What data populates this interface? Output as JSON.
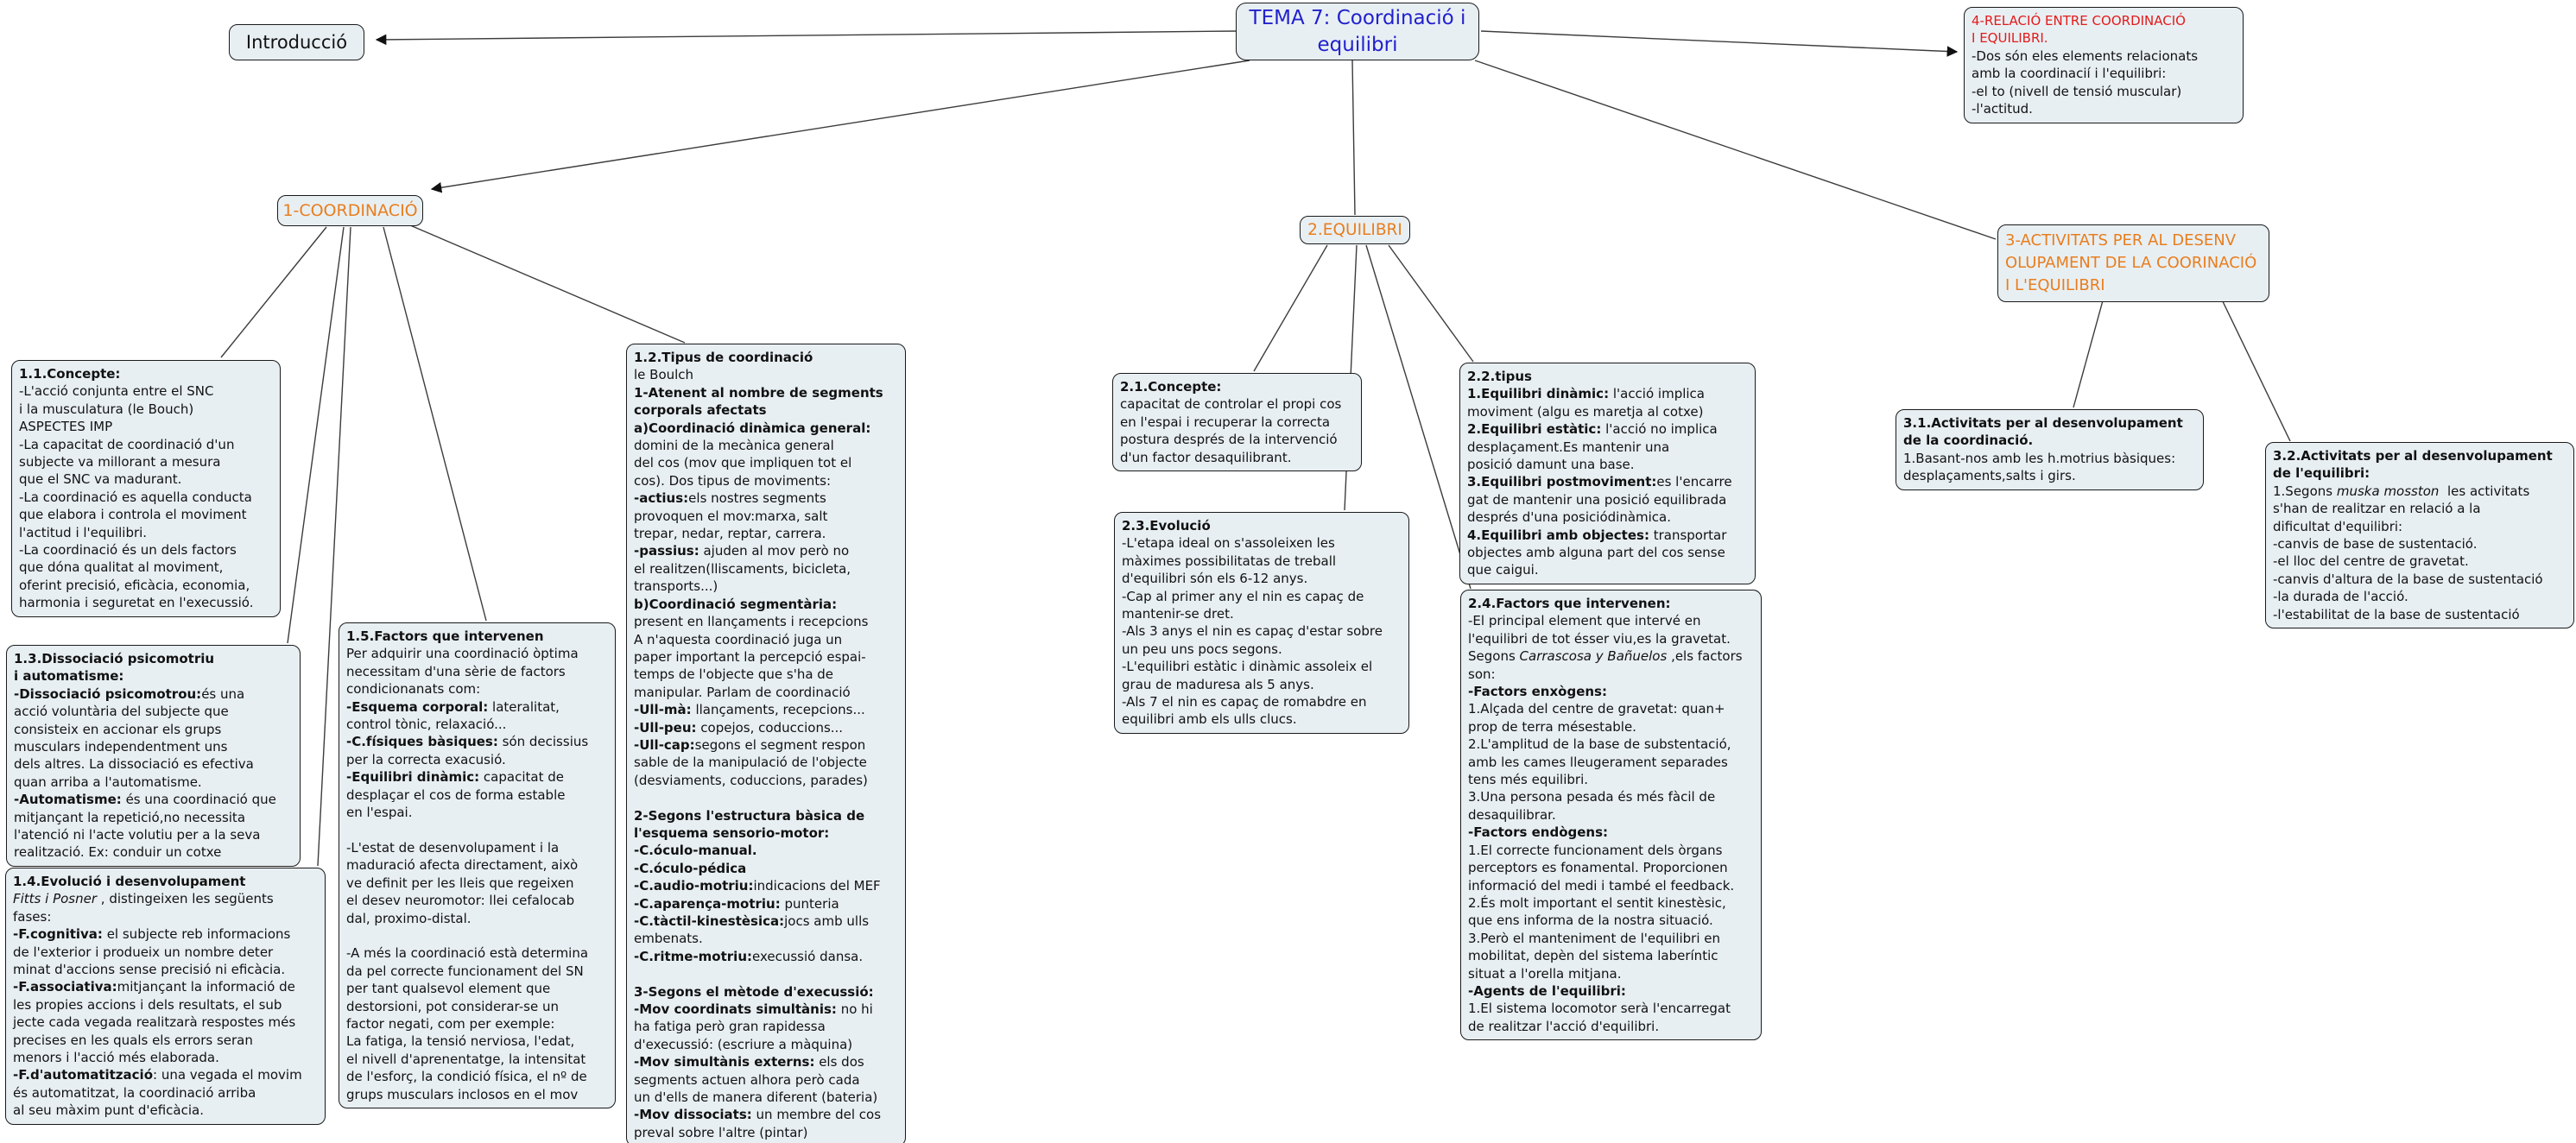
{
  "colors": {
    "node_fill": "#e8eff3",
    "node_border": "#1a1a1a",
    "connector": "#3c3c3c",
    "title_blue": "#2121cd",
    "section_orange": "#e87e1e",
    "heading_red": "#e21b1b",
    "body_text": "#111111"
  },
  "nodes": {
    "tema7": {
      "label": "TEMA 7: Coordinació i\nequilibri"
    },
    "introduccio": {
      "label": "Introducció"
    },
    "relacio4": {
      "runs": [
        {
          "t": "4-RELACIÓ ENTRE COORDINACIÓ\nI EQUILIBRI.\n",
          "color": "heading_red"
        },
        {
          "t": "-Dos són eles elements relacionats\namb la coordinacií i l'equilibri:\n-el to (nivell de tensió muscular)\n-l'actitud."
        }
      ]
    },
    "coordinacio1": {
      "label": "1-COORDINACIÓ"
    },
    "equilibri2": {
      "label": "2.EQUILIBRI"
    },
    "activitats3": {
      "label": "3-ACTIVITATS PER AL DESENV\nOLUPAMENT DE LA COORINACIÓ\nI L'EQUILIBRI"
    },
    "n11": {
      "runs": [
        {
          "t": "1.1.Concepte:",
          "b": true
        },
        {
          "t": "\n-L'acció conjunta entre el SNC\ni la musculatura (le Bouch)\nASPECTES IMP\n-La capacitat de coordinació d'un\nsubjecte va millorant a mesura\nque el SNC va madurant.\n-La coordinació es aquella conducta\nque elabora i controla el moviment\nl'actitud i l'equilibri.\n-La coordinació és un dels factors\nque dóna qualitat al moviment,\noferint precisió, eficàcia, economia,\nharmonia i seguretat en l'execussió."
        }
      ]
    },
    "n13": {
      "runs": [
        {
          "t": "1.3.Dissociació psicomotriu\ni automatisme:\n",
          "b": true
        },
        {
          "t": "-Dissociació psicomotrou:",
          "b": true
        },
        {
          "t": "és una\nacció voluntària del subjecte que\nconsisteix en accionar els grups\nmusculars independentment uns\ndels altres. La dissociació es efectiva\nquan arriba a l'automatisme.\n"
        },
        {
          "t": "-Automatisme:",
          "b": true
        },
        {
          "t": " és una coordinació que\nmitjançant la repetició,no necessita\nl'atenció ni l'acte volutiu per a la seva\nrealització. Ex: conduir un cotxe"
        }
      ]
    },
    "n14": {
      "runs": [
        {
          "t": "1.4.Evolució i desenvolupament\n",
          "b": true
        },
        {
          "t": "Fitts i Posner ",
          "i": true
        },
        {
          "t": ", distingeixen les següents\nfases:\n"
        },
        {
          "t": "-F.cognitiva:",
          "b": true
        },
        {
          "t": " el subjecte reb informacions\nde l'exterior i produeix un nombre deter\nminat d'accions sense precisió ni eficàcia.\n"
        },
        {
          "t": "-F.associativa:",
          "b": true
        },
        {
          "t": "mitjançant la informació de\nles propies accions i dels resultats, el sub\njecte cada vegada realitzarà respostes més\nprecises en les quals els errors seran\nmenors i l'acció més elaborada.\n"
        },
        {
          "t": "-F.d'automatització",
          "b": true
        },
        {
          "t": ": una vegada el movim\nés automatitzat, la coordinació arriba\nal seu màxim punt d'eficàcia."
        }
      ]
    },
    "n15": {
      "runs": [
        {
          "t": "1.5.Factors que intervenen\n",
          "b": true
        },
        {
          "t": "Per adquirir una coordinació òptima\nnecessitam d'una sèrie de factors\ncondicionanats com:\n"
        },
        {
          "t": "-Esquema corporal:",
          "b": true
        },
        {
          "t": " lateralitat,\ncontrol tònic, relaxació...\n"
        },
        {
          "t": "-C.físiques bàsiques:",
          "b": true
        },
        {
          "t": " són decissius\nper la correcta exacusió.\n"
        },
        {
          "t": "-Equilibri dinàmic:",
          "b": true
        },
        {
          "t": " capacitat de\ndesplaçar el cos de forma estable\nen l'espai.\n\n-L'estat de desenvolupament i la\nmaduració afecta directament, això\nve definit per les lleis que regeixen\nel desev neuromotor: llei cefalocab\ndal, proximo-distal.\n\n-A més la coordinació està determina\nda pel correcte funcionament del SN\nper tant qualsevol element que\ndestorsioni, pot considerar-se un\nfactor negati, com per exemple:\nLa fatiga, la tensió nerviosa, l'edat,\nel nivell d'aprenentatge, la intensitat\nde l'esforç, la condició física, el nº de\ngrups musculars inclosos en el mov"
        }
      ]
    },
    "n12": {
      "runs": [
        {
          "t": "1.2.Tipus de coordinació\n",
          "b": true
        },
        {
          "t": "le Boulch\n"
        },
        {
          "t": "1-Atenent al nombre de segments\ncorporals afectats\na)Coordinació dinàmica general:",
          "b": true
        },
        {
          "t": "\ndomini de la mecànica general\ndel cos (mov que impliquen tot el\ncos). Dos tipus de moviments:\n"
        },
        {
          "t": "-actius:",
          "b": true
        },
        {
          "t": "els nostres segments\nprovoquen el mov:marxa, salt\ntrepar, nedar, reptar, carrera.\n"
        },
        {
          "t": "-passius:",
          "b": true
        },
        {
          "t": " ajuden al mov però no\nel realitzen(lliscaments, bicicleta,\ntransports...)\n"
        },
        {
          "t": "b)Coordinació segmentària:",
          "b": true
        },
        {
          "t": "\npresent en llançaments i recepcions\nA n'aquesta coordinació juga un\npaper important la percepció espai-\ntemps de l'objecte que s'ha de\nmanipular. Parlam de coordinació\n"
        },
        {
          "t": "-Ull-mà:",
          "b": true
        },
        {
          "t": " llançaments, recepcions...\n"
        },
        {
          "t": "-Ull-peu:",
          "b": true
        },
        {
          "t": " copejos, coduccions...\n"
        },
        {
          "t": "-Ull-cap:",
          "b": true
        },
        {
          "t": "segons el segment respon\nsable de la manipulació de l'objecte\n(desviaments, coduccions, parades)\n\n"
        },
        {
          "t": "2-Segons l'estructura bàsica de\nl'esquema sensorio-motor:\n",
          "b": true
        },
        {
          "t": "-C.óculo-manual.\n-C.óculo-pédica\n",
          "b": true
        },
        {
          "t": "-C.audio-motriu:",
          "b": true
        },
        {
          "t": "indicacions del MEF\n"
        },
        {
          "t": "-C.aparença-motriu:",
          "b": true
        },
        {
          "t": " punteria\n"
        },
        {
          "t": "-C.tàctil-kinestèsica:",
          "b": true
        },
        {
          "t": "jocs amb ulls\nembenats.\n"
        },
        {
          "t": "-C.ritme-motriu:",
          "b": true
        },
        {
          "t": "execussió dansa.\n\n"
        },
        {
          "t": "3-Segons el mètode d'execussió:\n",
          "b": true
        },
        {
          "t": "-Mov coordinats simultànis:",
          "b": true
        },
        {
          "t": " no hi\nha fatiga però gran rapidessa\nd'execussió: (escriure a màquina)\n"
        },
        {
          "t": "-Mov simultànis externs:",
          "b": true
        },
        {
          "t": " els dos\nsegments actuen alhora però cada\nun d'ells de manera diferent (bateria)\n"
        },
        {
          "t": "-Mov dissociats:",
          "b": true
        },
        {
          "t": " un membre del cos\npreval sobre l'altre (pintar)"
        }
      ]
    },
    "n21": {
      "runs": [
        {
          "t": "2.1.Concepte:\n",
          "b": true
        },
        {
          "t": "capacitat de controlar el propi cos\nen l'espai i recuperar la correcta\npostura després de la intervenció\nd'un factor desaquilibrant."
        }
      ]
    },
    "n23": {
      "runs": [
        {
          "t": "2.3.Evolució\n",
          "b": true
        },
        {
          "t": "-L'etapa ideal on s'assoleixen les\nmàximes possibilitatas de treball\nd'equilibri són els 6-12 anys.\n-Cap al primer any el nin es capaç de\nmantenir-se dret.\n-Als 3 anys el nin es capaç d'estar sobre\nun peu uns pocs segons.\n-L'equilibri estàtic i dinàmic assoleix el\ngrau de maduresa als 5 anys.\n-Als 7 el nin es capaç de romabdre en\nequilibri amb els ulls clucs."
        }
      ]
    },
    "n22": {
      "runs": [
        {
          "t": "2.2.tipus\n",
          "b": true
        },
        {
          "t": "1.Equilibri dinàmic:",
          "b": true
        },
        {
          "t": " l'acció implica\nmoviment (algu es maretja al cotxe)\n"
        },
        {
          "t": "2.Equilibri estàtic:",
          "b": true
        },
        {
          "t": " l'acció no implica\ndesplaçament.Es mantenir una\nposició damunt una base.\n"
        },
        {
          "t": "3.Equilibri postmoviment:",
          "b": true
        },
        {
          "t": "es l'encarre\ngat de mantenir una posició equilibrada\ndesprés d'una posiciódinàmica.\n"
        },
        {
          "t": "4.Equilibri amb objectes:",
          "b": true
        },
        {
          "t": " transportar\nobjectes amb alguna part del cos sense\nque caigui."
        }
      ]
    },
    "n24": {
      "runs": [
        {
          "t": "2.4.Factors que intervenen:\n",
          "b": true
        },
        {
          "t": "-El principal element que intervé en\nl'equilibri de tot ésser viu,es la gravetat.\nSegons "
        },
        {
          "t": "Carrascosa y Bañuelos",
          "i": true
        },
        {
          "t": " ,els factors\nson:\n"
        },
        {
          "t": "-Factors enxògens:\n",
          "b": true
        },
        {
          "t": "1.Alçada del centre de gravetat: quan+\nprop de terra mésestable.\n2.L'amplitud de la base de substentació,\namb les cames lleugerament separades\ntens més equilibri.\n3.Una persona pesada és més fàcil de\ndesaquilibrar.\n"
        },
        {
          "t": "-Factors endògens:\n",
          "b": true
        },
        {
          "t": "1.El correcte funcionament dels òrgans\nperceptors es fonamental. Proporcionen\ninformació del medi i també el feedback.\n2.És molt important el sentit kinestèsic,\nque ens informa de la nostra situació.\n3.Però el manteniment de l'equilibri en\nmobilitat, depèn del sistema laberíntic\nsituat a l'orella mitjana.\n"
        },
        {
          "t": "-Agents de l'equilibri:\n",
          "b": true
        },
        {
          "t": "1.El sistema locomotor serà l'encarregat\nde realitzar l'acció d'equilibri."
        }
      ]
    },
    "n31": {
      "runs": [
        {
          "t": "3.1.Activitats per al desenvolupament\nde la coordinació.\n",
          "b": true
        },
        {
          "t": "1.Basant-nos amb les h.motrius bàsiques:\ndesplaçaments,salts i girs."
        }
      ]
    },
    "n32": {
      "runs": [
        {
          "t": "3.2.Activitats per al desenvolupament\nde l'equilibri:\n",
          "b": true
        },
        {
          "t": "1.Segons "
        },
        {
          "t": "muska mosston",
          "i": true
        },
        {
          "t": "  les activitats\ns'han de realitzar en relació a la\ndificultat d'equilibri:\n-canvis de base de sustentació.\n-el lloc del centre de gravetat.\n-canvis d'altura de la base de sustentació\n-la durada de l'acció.\n-l'estabilitat de la base de sustentació"
        }
      ]
    },
    "edges": [
      {
        "from": "tema7",
        "to": "introduccio",
        "arrow": true
      },
      {
        "from": "tema7",
        "to": "relacio4",
        "arrow": true
      },
      {
        "from": "tema7",
        "to": "coordinacio1",
        "arrow": true
      },
      {
        "from": "tema7",
        "to": "equilibri2",
        "arrow": false
      },
      {
        "from": "tema7",
        "to": "activitats3",
        "arrow": false
      },
      {
        "from": "coordinacio1",
        "to": "n11",
        "arrow": false
      },
      {
        "from": "coordinacio1",
        "to": "n13",
        "arrow": false
      },
      {
        "from": "coordinacio1",
        "to": "n14",
        "arrow": false
      },
      {
        "from": "coordinacio1",
        "to": "n15",
        "arrow": false
      },
      {
        "from": "coordinacio1",
        "to": "n12",
        "arrow": false
      },
      {
        "from": "equilibri2",
        "to": "n21",
        "arrow": false
      },
      {
        "from": "equilibri2",
        "to": "n23",
        "arrow": false
      },
      {
        "from": "equilibri2",
        "to": "n24",
        "arrow": false
      },
      {
        "from": "equilibri2",
        "to": "n22",
        "arrow": false
      },
      {
        "from": "activitats3",
        "to": "n31",
        "arrow": false
      },
      {
        "from": "activitats3",
        "to": "n32",
        "arrow": false
      }
    ]
  }
}
